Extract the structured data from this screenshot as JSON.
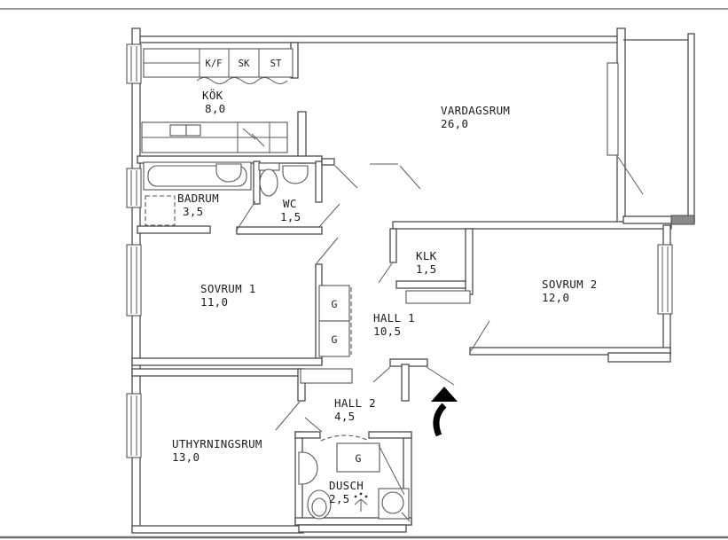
{
  "plan": {
    "rooms": {
      "kok": {
        "name": "KÖK",
        "area": "8,0"
      },
      "vardagsrum": {
        "name": "VARDAGSRUM",
        "area": "26,0"
      },
      "badrum": {
        "name": "BADRUM",
        "area": "3,5"
      },
      "wc": {
        "name": "WC",
        "area": "1,5"
      },
      "klk": {
        "name": "KLK",
        "area": "1,5"
      },
      "sovrum1": {
        "name": "SOVRUM 1",
        "area": "11,0"
      },
      "sovrum2": {
        "name": "SOVRUM 2",
        "area": "12,0"
      },
      "hall1": {
        "name": "HALL 1",
        "area": "10,5"
      },
      "hall2": {
        "name": "HALL 2",
        "area": "4,5"
      },
      "uthyrningsrum": {
        "name": "UTHYRNINGSRUM",
        "area": "13,0"
      },
      "dusch": {
        "name": "DUSCH",
        "area": "2,5"
      }
    },
    "kitchen_units": {
      "kf": "K/F",
      "sk": "SK",
      "st": "ST"
    },
    "wardrobes": {
      "g1": "G",
      "g2": "G",
      "g3": "G"
    },
    "colors": {
      "wall": "#4a4a4a",
      "text": "#1c1c1c",
      "arrow": "#000000",
      "page_border": "#8a8a8a"
    }
  }
}
